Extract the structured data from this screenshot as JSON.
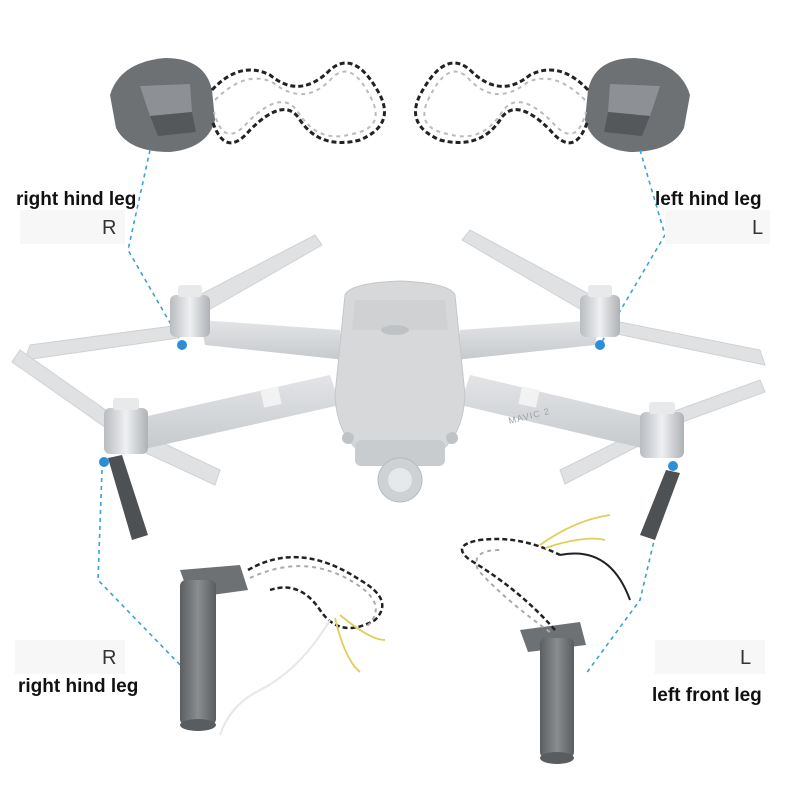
{
  "labels": {
    "top_left": "right hind leg",
    "top_left_side": "R",
    "top_right": "left hind leg",
    "top_right_side": "L",
    "bottom_left_side": "R",
    "bottom_left": "right hind leg",
    "bottom_right_side": "L",
    "bottom_right": "left front leg"
  },
  "branding": {
    "drone_text": "MAVIC 2"
  },
  "colors": {
    "leader_line": "#3aa0d8",
    "drone_body": "#d4d6d8",
    "leg_part": "#6f7275",
    "motor_silver": "#c9ccd0",
    "accent_blue": "#2b8fd6"
  }
}
